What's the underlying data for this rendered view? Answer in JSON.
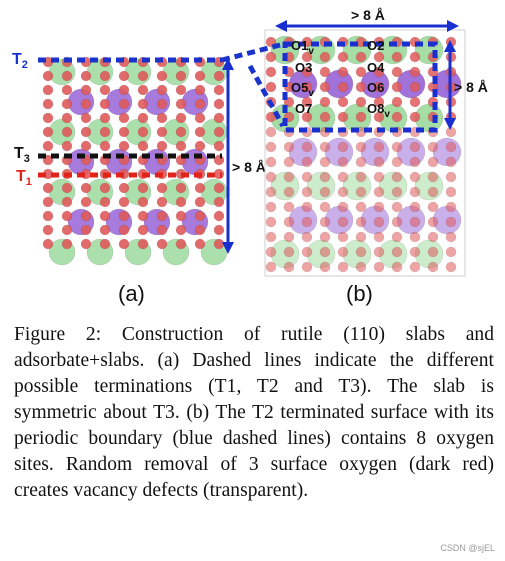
{
  "figure": {
    "panel_a": {
      "label": "(a)",
      "terminations": [
        "T2",
        "T3",
        "T1"
      ],
      "height_annotation": "> 8 Å"
    },
    "panel_b": {
      "label": "(b)",
      "width_annotation": "> 8 Å",
      "height_annotation": "> 8 Å",
      "oxygen_sites": [
        "O1v",
        "O2",
        "O3",
        "O4",
        "O5v",
        "O6",
        "O7",
        "O8v"
      ]
    },
    "colors": {
      "T1": "#e2231a",
      "T2": "#1a33cc",
      "T3": "#111111",
      "oxygen": "#e05a5a",
      "titanium": "#8a4fd1",
      "green_atom": "#8fd48f",
      "boundary": "#1a2fd0"
    }
  },
  "caption": {
    "text": "Figure 2:  Construction of rutile (110) slabs and adsorbate+slabs. (a) Dashed lines indicate the different possible terminations (T1, T2 and T3). The slab is symmetric about T3. (b) The T2 terminated surface with its periodic boundary (blue dashed lines) contains 8 oxygen sites. Random removal of 3 surface oxygen (dark red) creates vacancy defects (transparent)."
  },
  "watermark": "CSDN @sjEL"
}
